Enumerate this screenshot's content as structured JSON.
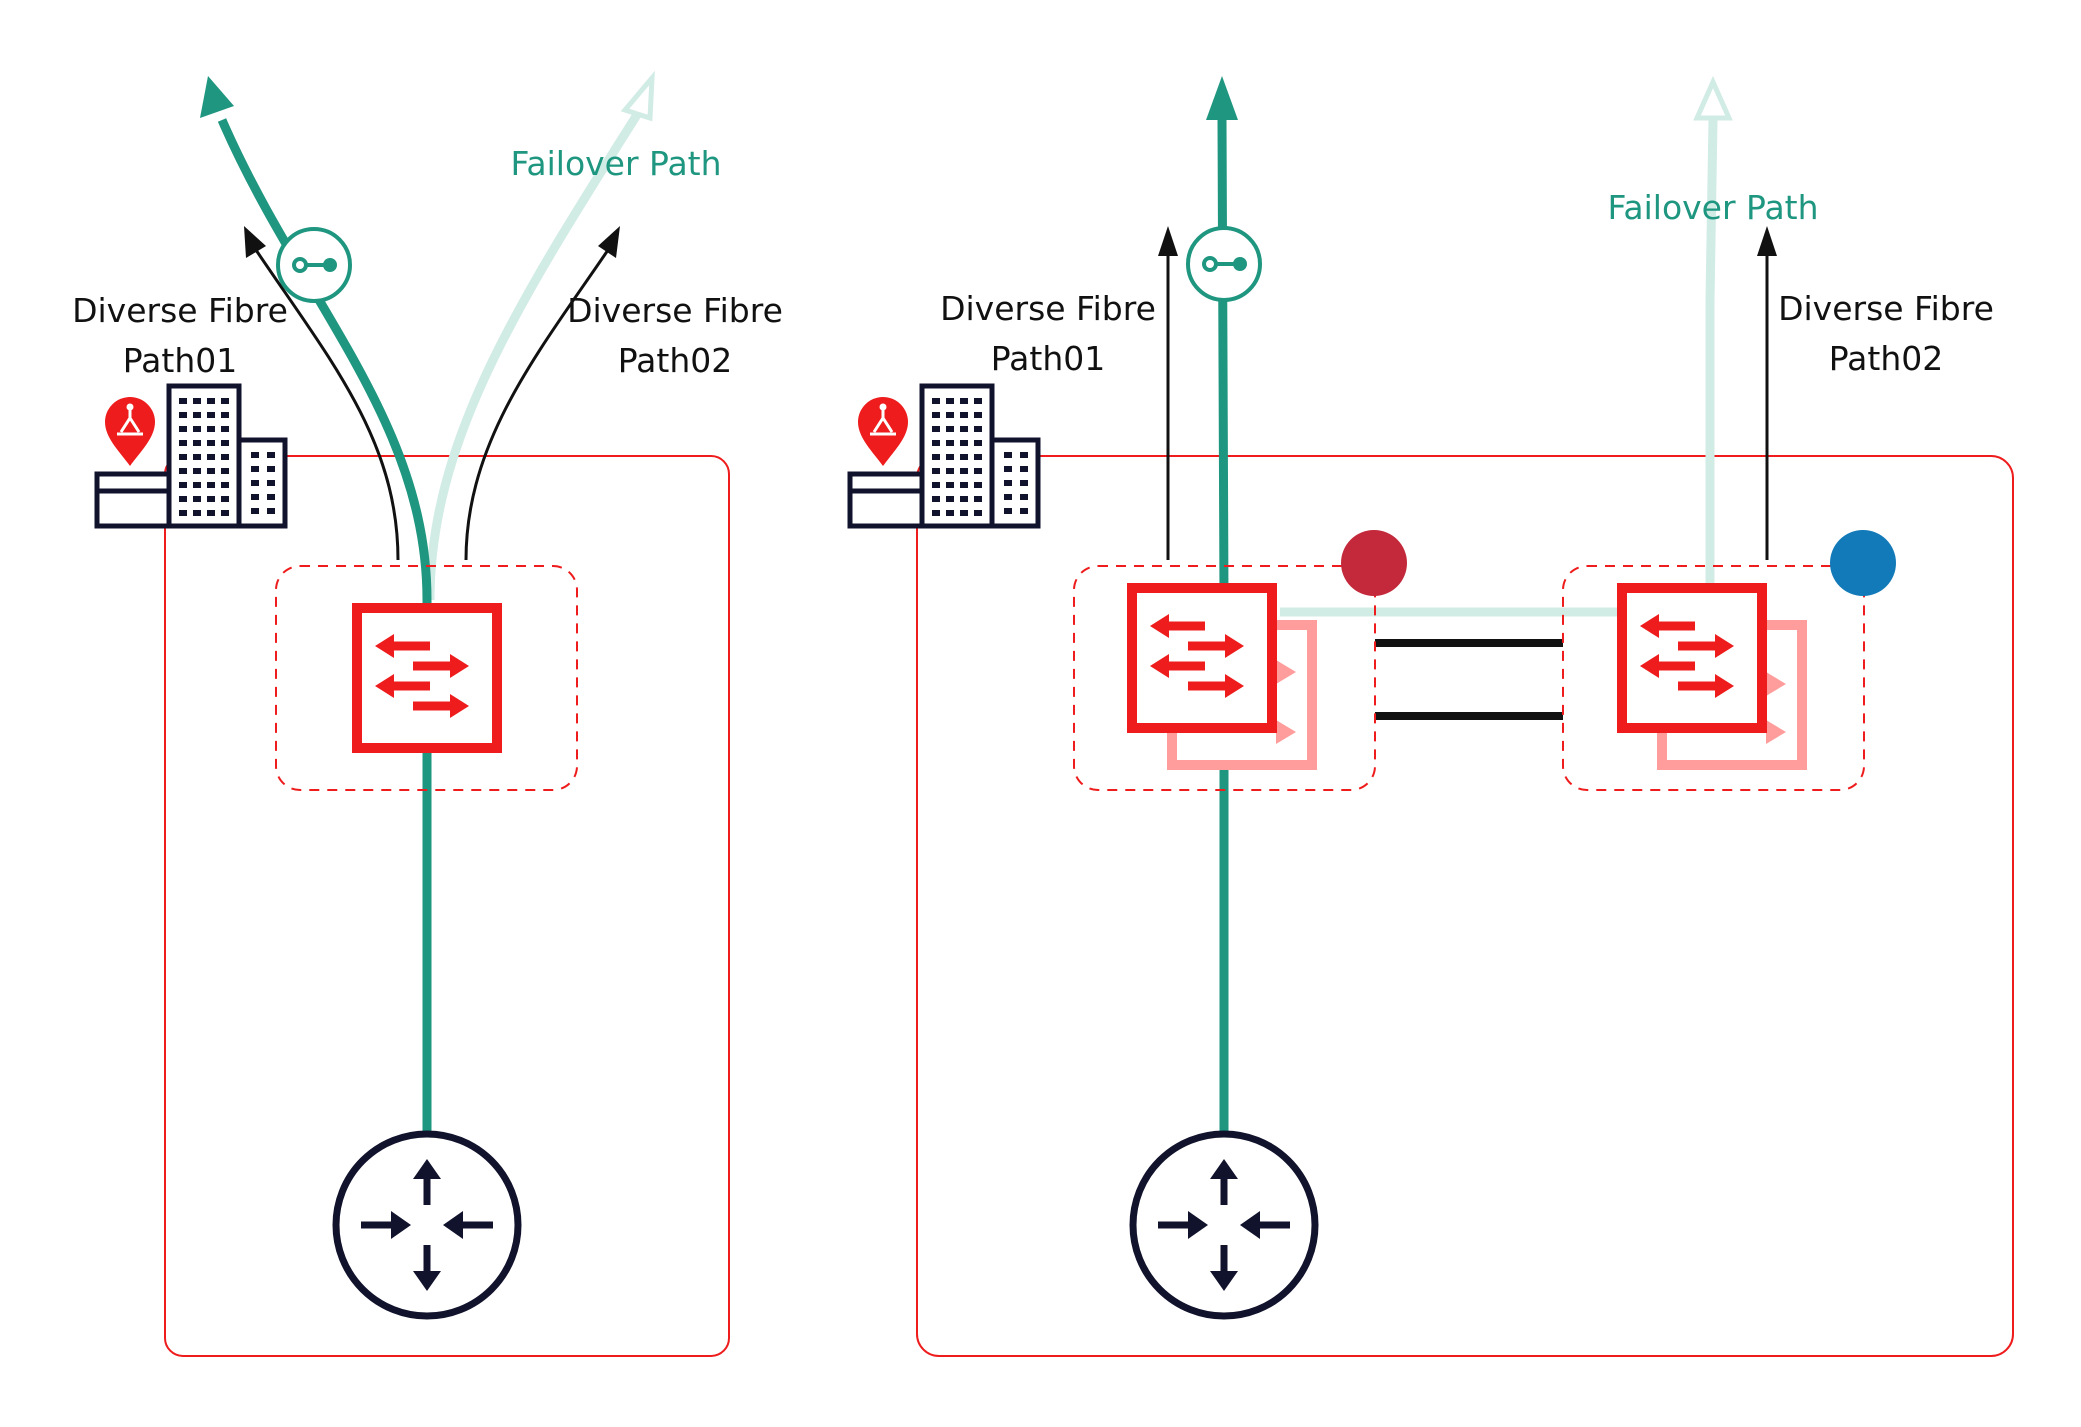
{
  "colors": {
    "green": "#1f9680",
    "green_faded": "#d1ebe5",
    "red": "#ee1c1c",
    "red_faded": "#ff9c9c",
    "navy": "#11122c",
    "dark_red_dot": "#c3293b",
    "blue_dot": "#127ab8",
    "black": "#111111"
  },
  "left_diagram": {
    "failover_label": "Failover Path",
    "path01_line1": "Diverse Fibre",
    "path01_line2": "Path01",
    "path02_line1": "Diverse Fibre",
    "path02_line2": "Path02"
  },
  "right_diagram": {
    "failover_label": "Failover Path",
    "path01_line1": "Diverse Fibre",
    "path01_line2": "Path01",
    "path02_line1": "Diverse Fibre",
    "path02_line2": "Path02"
  },
  "icons": {
    "building": "building-icon",
    "location_pin": "location-pin-icon",
    "switch": "switch-icon",
    "router": "router-icon",
    "active_link": "active-link-icon"
  }
}
